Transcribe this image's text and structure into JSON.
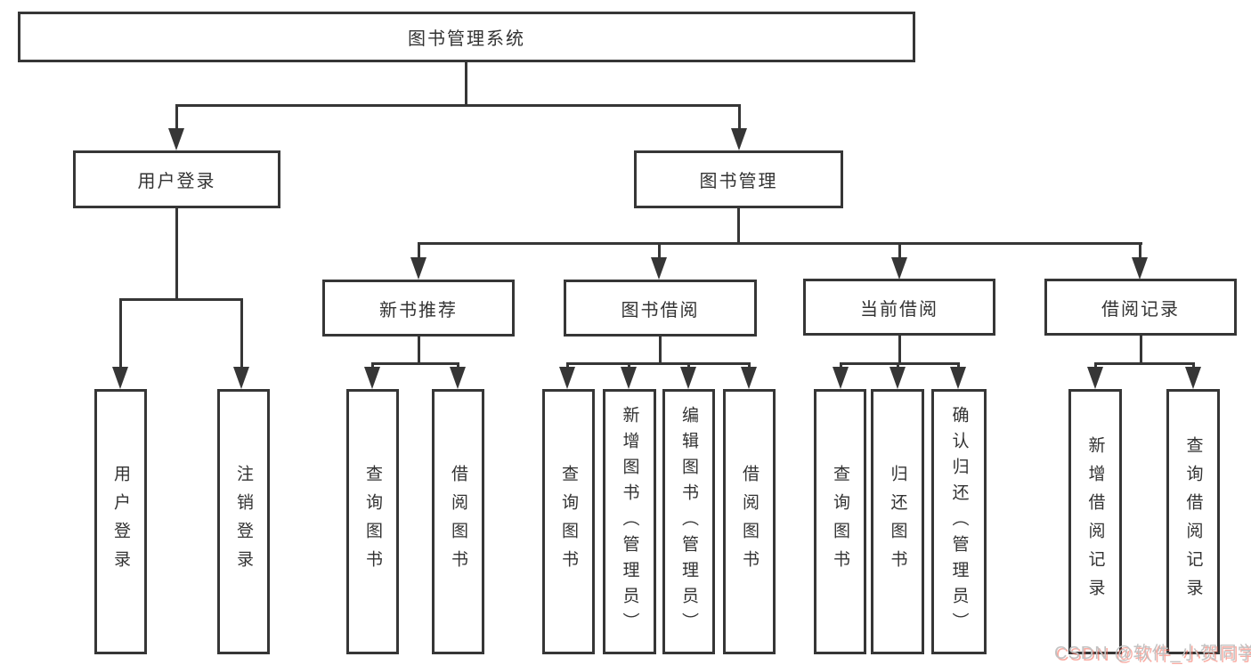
{
  "diagram": {
    "root": {
      "label": "图书管理系统"
    },
    "user_login_branch": {
      "label": "用户登录",
      "children": [
        "用户登录",
        "注销登录"
      ]
    },
    "book_management_branch": {
      "label": "图书管理",
      "sections": [
        {
          "label": "新书推荐",
          "children": [
            "查询图书",
            "借阅图书"
          ]
        },
        {
          "label": "图书借阅",
          "children": [
            "查询图书",
            "新增图书（管理员）",
            "编辑图书（管理员）",
            "借阅图书"
          ]
        },
        {
          "label": "当前借阅",
          "children": [
            "查询图书",
            "归还图书",
            "确认归还（管理员）"
          ]
        },
        {
          "label": "借阅记录",
          "children": [
            "新增借阅记录",
            "查询借阅记录"
          ]
        }
      ]
    },
    "watermark": "CSDN @软件_小贺同学",
    "colors": {
      "line": "#363636",
      "text": "#333333",
      "background": "#ffffff",
      "watermark_text": "#c2c2c2",
      "watermark_shadow": "#f46656"
    }
  }
}
